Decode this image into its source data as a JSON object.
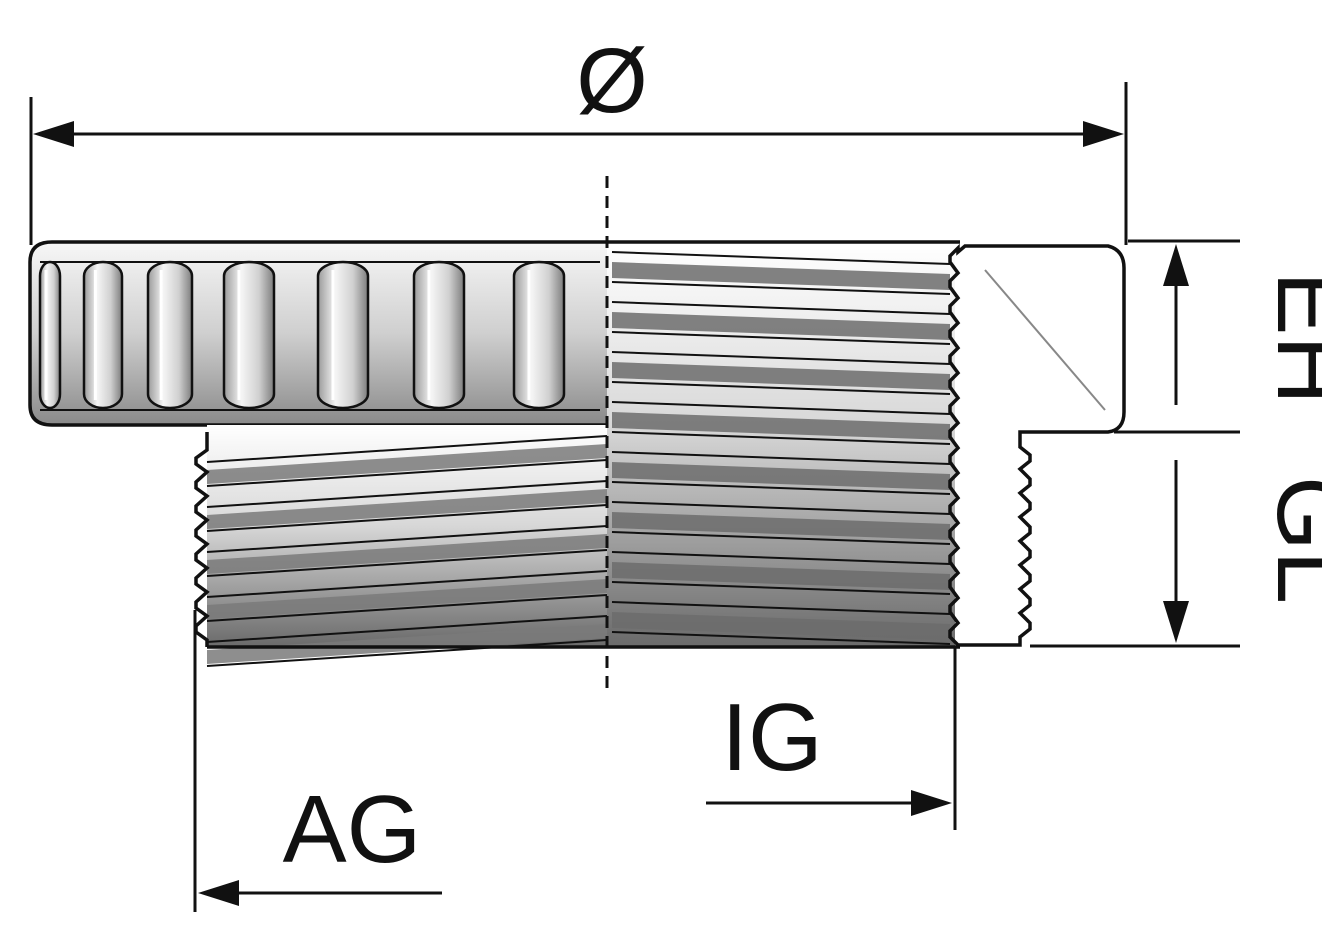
{
  "labels": {
    "diameter": "Ø",
    "eh": "EH",
    "gl": "GL",
    "ig": "IG",
    "ag": "AG"
  },
  "colors": {
    "ink": "#111111",
    "metal_light": "#f4f4f4",
    "metal_mid": "#bdbdbd",
    "metal_dark": "#6f6f6f",
    "background": "#ffffff"
  }
}
